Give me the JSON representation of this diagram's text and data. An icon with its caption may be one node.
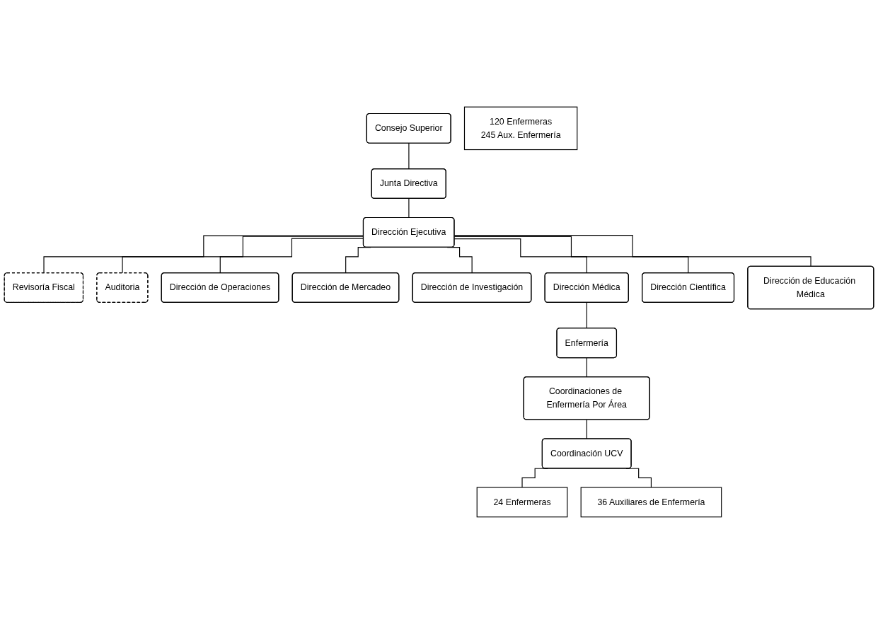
{
  "diagram": {
    "nodes": [
      {
        "text": [
          "Consejo Superior"
        ]
      },
      {
        "text": [
          "Junta Directiva"
        ]
      },
      {
        "text": [
          "Revisoría Fiscal"
        ]
      },
      {
        "text": [
          "Dirección Ejecutiva"
        ]
      },
      {
        "text": [
          "Auditoria"
        ]
      },
      {
        "text": [
          "Dirección de Operaciones"
        ]
      },
      {
        "text": [
          "Dirección de Mercadeo"
        ]
      },
      {
        "text": [
          "Dirección de Investigación"
        ]
      },
      {
        "text": [
          "Dirección Médica"
        ]
      },
      {
        "text": [
          "Dirección Científica"
        ]
      },
      {
        "text": [
          "Dirección de Educación Médica"
        ]
      },
      {
        "text": [
          "Enfermería"
        ]
      },
      {
        "text": [
          "120 Enfermeras",
          "245 Aux. Enfermería"
        ]
      },
      {
        "text": [
          "Coordinaciones de Enfermería Por Área"
        ]
      },
      {
        "text": [
          "Coordinación UCV"
        ]
      },
      {
        "text": [
          "24 Enfermeras"
        ]
      },
      {
        "text": [
          "36 Auxiliares de Enfermería"
        ]
      }
    ],
    "edges": [
      {
        "from": 0,
        "to": 1,
        "arrow": "none"
      },
      {
        "from": 1,
        "to": 3,
        "arrow": "none"
      },
      {
        "from": 3,
        "to": 2,
        "arrow": "none"
      },
      {
        "from": 3,
        "to": 4,
        "arrow": "none"
      },
      {
        "from": 3,
        "to": 5,
        "arrow": "none"
      },
      {
        "from": 3,
        "to": 6,
        "arrow": "none"
      },
      {
        "from": 3,
        "to": 7,
        "arrow": "none"
      },
      {
        "from": 3,
        "to": 8,
        "arrow": "none"
      },
      {
        "from": 3,
        "to": 9,
        "arrow": "none"
      },
      {
        "from": 3,
        "to": 10,
        "arrow": "none"
      },
      {
        "from": 8,
        "to": 11,
        "arrow": "none"
      },
      {
        "from": 11,
        "to": 13,
        "arrow": "none"
      },
      {
        "from": 13,
        "to": 14,
        "arrow": "none"
      },
      {
        "from": 14,
        "to": 15,
        "arrow": "none"
      },
      {
        "from": 14,
        "to": 16,
        "arrow": "none"
      }
    ]
  }
}
